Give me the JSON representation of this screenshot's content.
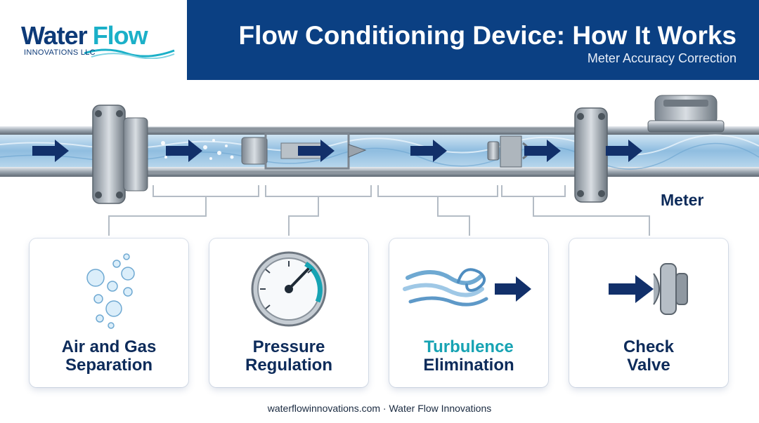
{
  "logo": {
    "word1": "Water",
    "word2": "Flow",
    "subtitle": "INNOVATIONS LLC"
  },
  "header": {
    "title": "Flow Conditioning Device: How It Works",
    "subtitle": "Meter Accuracy Correction"
  },
  "diagram": {
    "meter_label": "Meter"
  },
  "cards": [
    {
      "line1": "Air and Gas",
      "line2": "Separation",
      "icon": "bubbles-icon",
      "highlight_line1": false
    },
    {
      "line1": "Pressure",
      "line2": "Regulation",
      "icon": "pressure-gauge-icon",
      "highlight_line1": false
    },
    {
      "line1": "Turbulence",
      "line2": "Elimination",
      "icon": "turbulence-swirl-icon",
      "highlight_line1": true
    },
    {
      "line1": "Check",
      "line2": "Valve",
      "icon": "check-valve-icon",
      "highlight_line1": false
    }
  ],
  "footer": {
    "text": "waterflowinnovations.com · Water Flow Innovations"
  },
  "colors": {
    "navy": "#0b4083",
    "teal": "#17a3b3",
    "text_dark": "#0d2b5a",
    "arrow": "#12306a"
  }
}
